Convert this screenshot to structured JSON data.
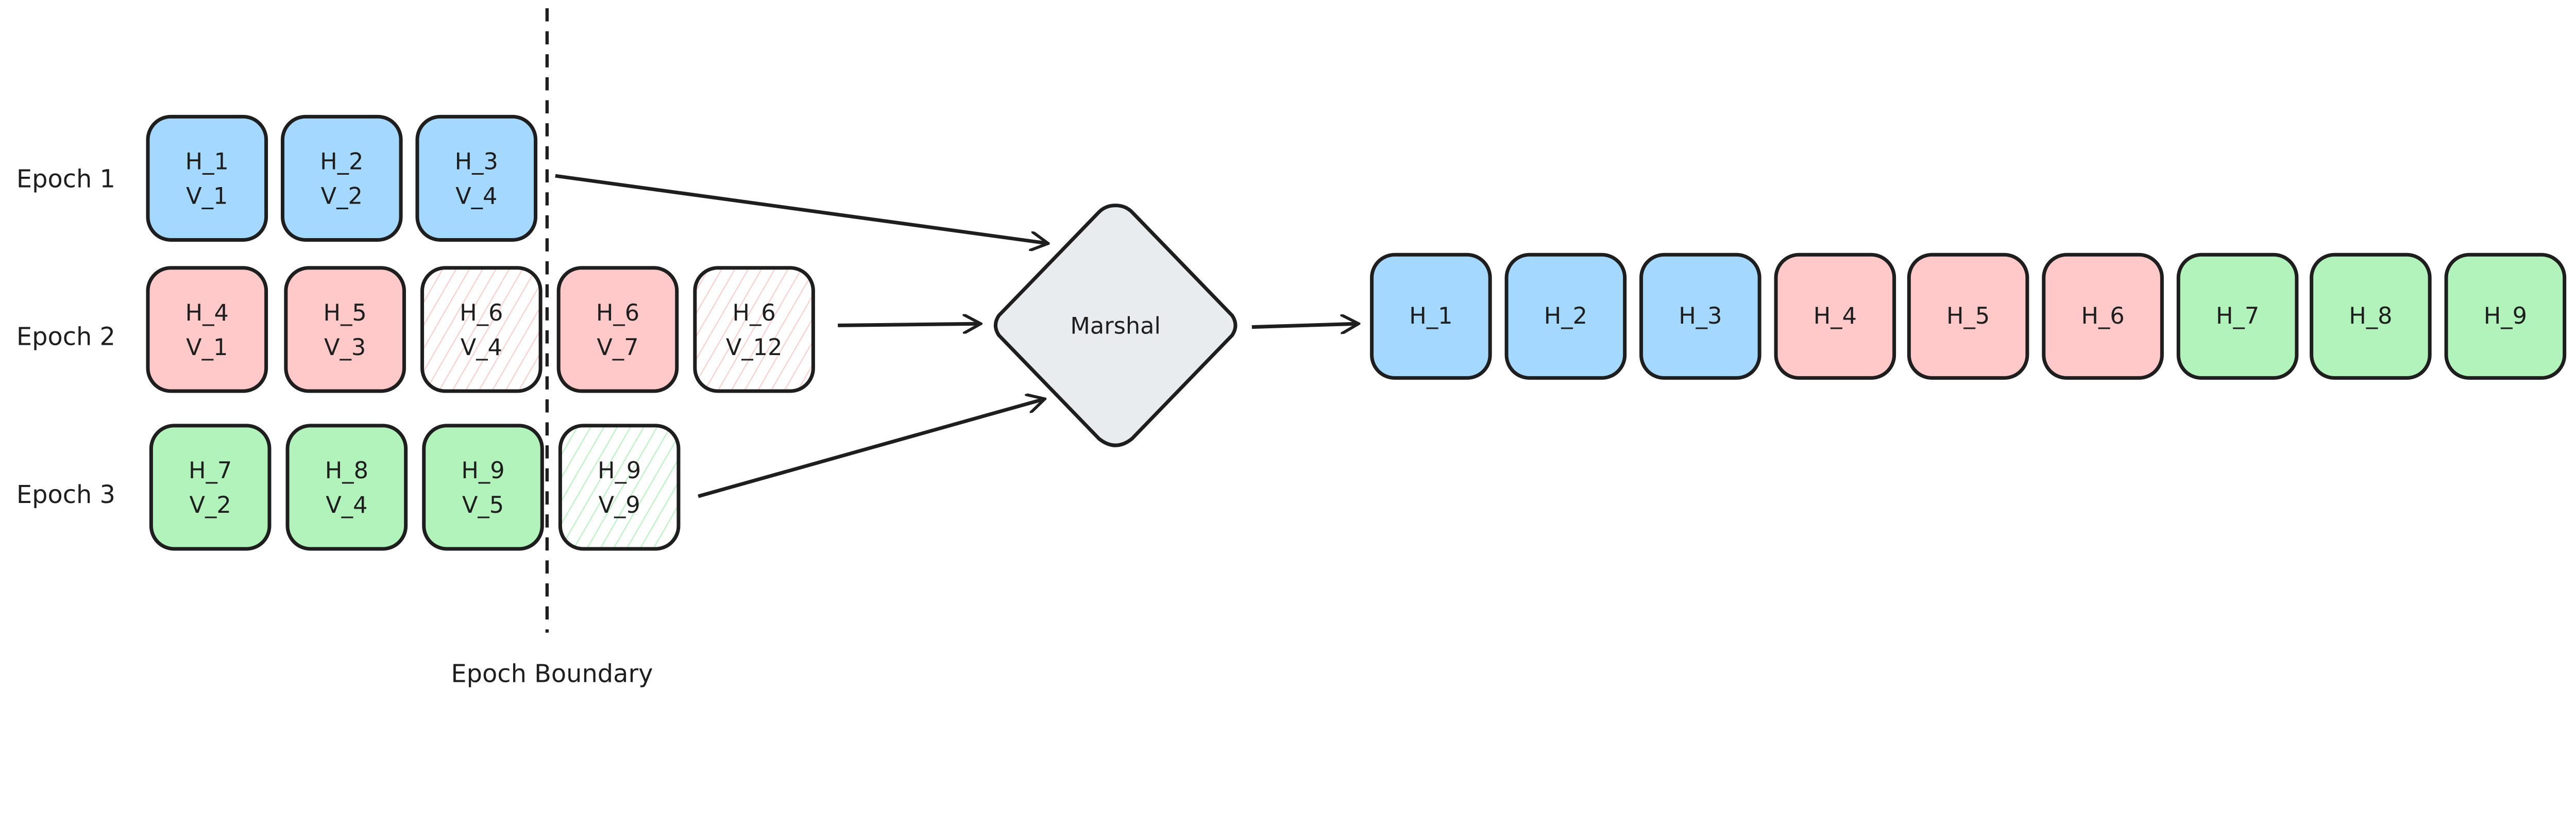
{
  "epochs": [
    {
      "label": "Epoch 1",
      "color": "#a5d8ff",
      "items": [
        {
          "h": "H_1",
          "v": "V_1",
          "hatched": false
        },
        {
          "h": "H_2",
          "v": "V_2",
          "hatched": false
        },
        {
          "h": "H_3",
          "v": "V_4",
          "hatched": false
        }
      ]
    },
    {
      "label": "Epoch 2",
      "color": "#ffc9c9",
      "items": [
        {
          "h": "H_4",
          "v": "V_1",
          "hatched": false
        },
        {
          "h": "H_5",
          "v": "V_3",
          "hatched": false
        },
        {
          "h": "H_6",
          "v": "V_4",
          "hatched": true
        },
        {
          "h": "H_6",
          "v": "V_7",
          "hatched": false
        },
        {
          "h": "H_6",
          "v": "V_12",
          "hatched": true
        }
      ]
    },
    {
      "label": "Epoch 3",
      "color": "#b2f2bb",
      "items": [
        {
          "h": "H_7",
          "v": "V_2",
          "hatched": false
        },
        {
          "h": "H_8",
          "v": "V_4",
          "hatched": false
        },
        {
          "h": "H_9",
          "v": "V_5",
          "hatched": false
        },
        {
          "h": "H_9",
          "v": "V_9",
          "hatched": true
        }
      ]
    }
  ],
  "boundary_label": "Epoch Boundary",
  "marshal": {
    "label": "Marshal",
    "color": "#e9ecef"
  },
  "output": [
    {
      "label": "H_1",
      "color": "#a5d8ff"
    },
    {
      "label": "H_2",
      "color": "#a5d8ff"
    },
    {
      "label": "H_3",
      "color": "#a5d8ff"
    },
    {
      "label": "H_4",
      "color": "#ffc9c9"
    },
    {
      "label": "H_5",
      "color": "#ffc9c9"
    },
    {
      "label": "H_6",
      "color": "#ffc9c9"
    },
    {
      "label": "H_7",
      "color": "#b2f2bb"
    },
    {
      "label": "H_8",
      "color": "#b2f2bb"
    },
    {
      "label": "H_9",
      "color": "#b2f2bb"
    }
  ],
  "stroke_color": "#1e1e1e"
}
